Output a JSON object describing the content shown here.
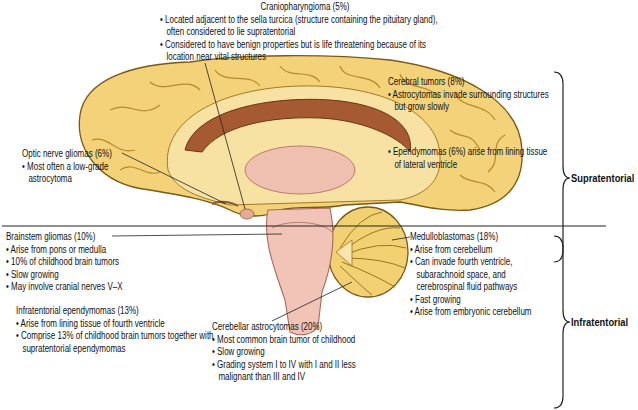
{
  "diagram": {
    "labels": [
      "Craniopharyngioma (5%)",
      "• Located adjacent to the sella turcica (structure containing the pituitary gland), often considered to lie supratentorial",
      "• Considered to have benign properties but is life threatening because of its location near vital structures",
      "Optic nerve gliomas (6%)",
      "• Most often a low-grade astrocytoma",
      "Cerebral tumors (8%)",
      "• Astrocytomas invade surrounding structures but grow slowly",
      "• Ependymomas (6%) arise from lining tissue of lateral ventricle",
      "Supratentorial",
      "Brainstem gliomas (10%)",
      "• Arise from pons or medulla",
      "• 10% of childhood brain tumors",
      "• Slow growing",
      "• May involve cranial nerves V–X",
      "Medulloblastomas (18%)",
      "• Arise from cerebellum",
      "• Can invade fourth ventricle, subarachnoid space, and cerebrospinal fluid pathways",
      "• Fast growing",
      "• Arise from embryonic cerebellum",
      "Infratentorial ependymomas (13%)",
      "• Arise from lining tissue of fourth ventricle",
      "• Comprise 13% of childhood brain tumors together with supratentorial ependymomas",
      "Cerebellar astrocytomas (20%)",
      "• Most common brain tumor of childhood",
      "• Slow growing",
      "• Grading system I to IV with I and II less malignant than III and IV",
      "Infratentorial"
    ]
  }
}
